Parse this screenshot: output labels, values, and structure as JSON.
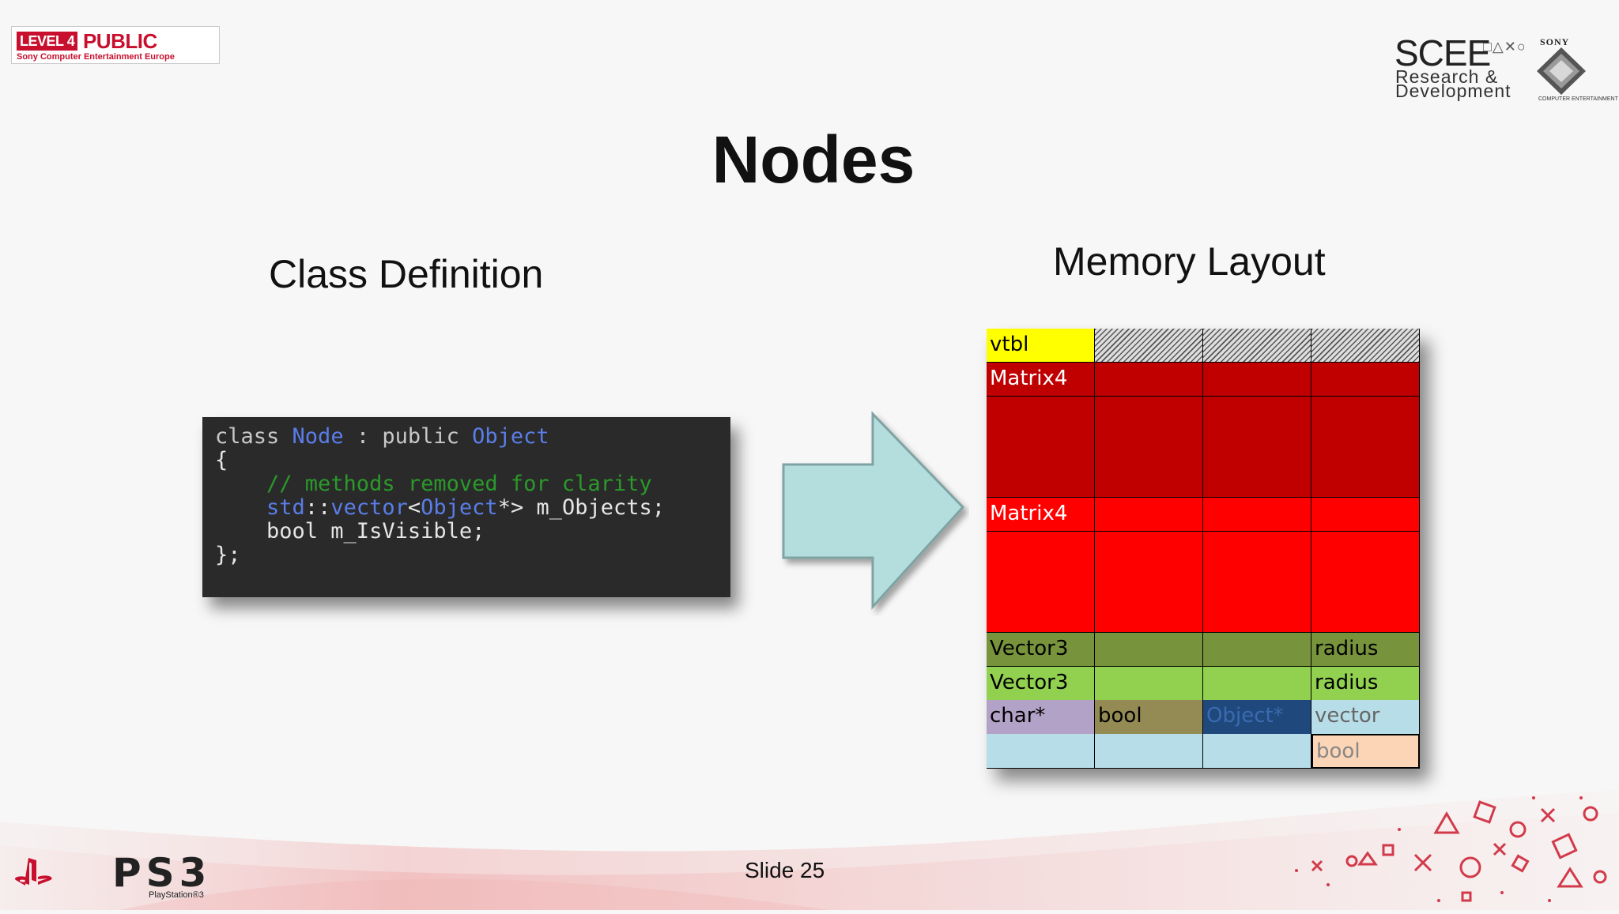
{
  "badge": {
    "level": "LEVEL",
    "number": "4",
    "public": "PUBLIC",
    "subtitle": "Sony Computer Entertainment Europe"
  },
  "logos": {
    "scee": "SCEE",
    "scee_shapes": "□△✕○",
    "scee_line1": "Research &",
    "scee_line2": "Development",
    "sony": "SONY",
    "sony_sub": "COMPUTER ENTERTAINMENT"
  },
  "slide": {
    "title": "Nodes",
    "left_heading": "Class Definition",
    "right_heading": "Memory Layout",
    "footer": "Slide 25"
  },
  "code": {
    "l1_kw": "class ",
    "l1_name": "Node",
    "l1_mid": " : public ",
    "l1_base": "Object",
    "l2": "{",
    "l3": "    // methods removed for clarity",
    "l4_pre": "    ",
    "l4_std": "std",
    "l4_sep": "::",
    "l4_vec": "vector",
    "l4_lt": "<",
    "l4_obj": "Object",
    "l4_rest": "*> m_Objects;",
    "l5": "    bool m_IsVisible;",
    "l6": "};"
  },
  "memory": {
    "rows": [
      [
        "vtbl",
        "",
        "",
        ""
      ],
      [
        "Matrix4",
        "",
        "",
        ""
      ],
      [
        "",
        "",
        "",
        ""
      ],
      [
        "",
        "",
        "",
        ""
      ],
      [
        "",
        "",
        "",
        ""
      ],
      [
        "Matrix4",
        "",
        "",
        ""
      ],
      [
        "",
        "",
        "",
        ""
      ],
      [
        "",
        "",
        "",
        ""
      ],
      [
        "",
        "",
        "",
        ""
      ],
      [
        "Vector3",
        "",
        "",
        "radius"
      ],
      [
        "Vector3",
        "",
        "",
        "radius"
      ],
      [
        "char*",
        "bool",
        "Object*",
        "vector"
      ],
      [
        "",
        "",
        "",
        "bool"
      ]
    ],
    "colors": {
      "vtbl": "#ffff00",
      "matrix_dark": "#c00000",
      "matrix_bright": "#ff0000",
      "vector_dark": "#77933c",
      "vector_light": "#92d050",
      "char": "#b3a2c7",
      "bool": "#948a54",
      "object": "#1f497d",
      "vector": "#b7dee8",
      "bool_small": "#fbd5b5",
      "empty_blue": "#b7dee8"
    }
  },
  "footer": {
    "ps3": "PS3",
    "ps3_sub": "PlayStation®3"
  }
}
